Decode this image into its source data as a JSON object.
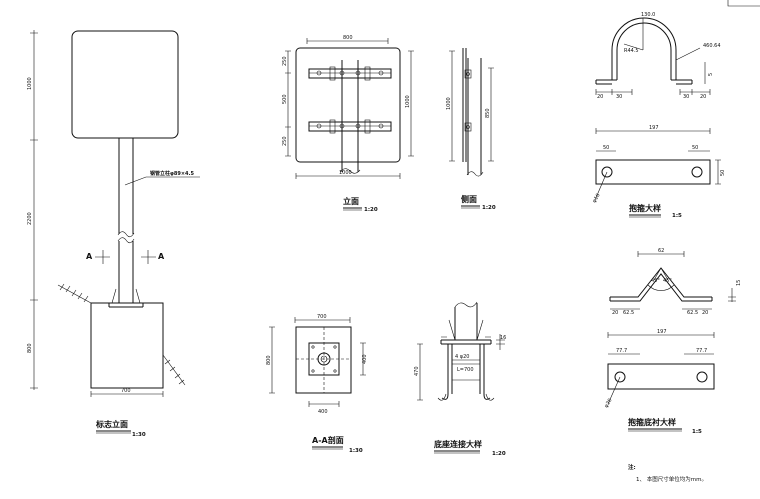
{
  "elevation": {
    "title": "标志立面",
    "scale": "1:30",
    "dims": {
      "top": "1000",
      "middle": "2200",
      "bottom": "800",
      "base_width": "700"
    },
    "pipe_label": "钢管立柱φ89×4.5",
    "section_mark": "A"
  },
  "front_view": {
    "title": "立面",
    "scale": "1:20",
    "dims": {
      "top": "800",
      "bottom": "1000",
      "left_a": "250",
      "left_b": "500",
      "left_c": "250",
      "right": "1000"
    }
  },
  "side_view": {
    "title": "侧面",
    "scale": "1:20",
    "dims": {
      "left": "1000",
      "right": "850"
    }
  },
  "section_aa": {
    "title": "A-A剖面",
    "scale": "1:30",
    "dims": {
      "top": "700",
      "left": "800",
      "inner_right": "400",
      "inner_bottom": "400"
    }
  },
  "base_detail": {
    "title": "底座连接大样",
    "scale": "1:20",
    "dims": {
      "height": "470",
      "rebar": "4 φ20",
      "length": "L=700",
      "plate": "16"
    }
  },
  "hoop_detail": {
    "title": "抱箍大样",
    "scale": "1:5",
    "dims": {
      "arc_width": "130.0",
      "radius": "R44.5",
      "right": "460.64",
      "w1": "20",
      "w2": "30",
      "w3": "20",
      "total": "197",
      "left_50": "50",
      "right_50": "50",
      "height": "50",
      "small": "5",
      "hole": "φ16"
    }
  },
  "hoop_pad_detail": {
    "title": "抱箍底衬大样",
    "scale": "1:5",
    "dims": {
      "top": "62",
      "angle_a": "45°",
      "angle_b": "45°",
      "left": "20",
      "left2": "62.5",
      "right": "62.5",
      "right2": "20",
      "side": "15",
      "total": "197",
      "left_seg": "77.7",
      "right_seg": "77.7",
      "hole": "φ20"
    }
  },
  "notes": {
    "header": "注:",
    "item1": "1、 本图尺寸单位均为mm。"
  }
}
